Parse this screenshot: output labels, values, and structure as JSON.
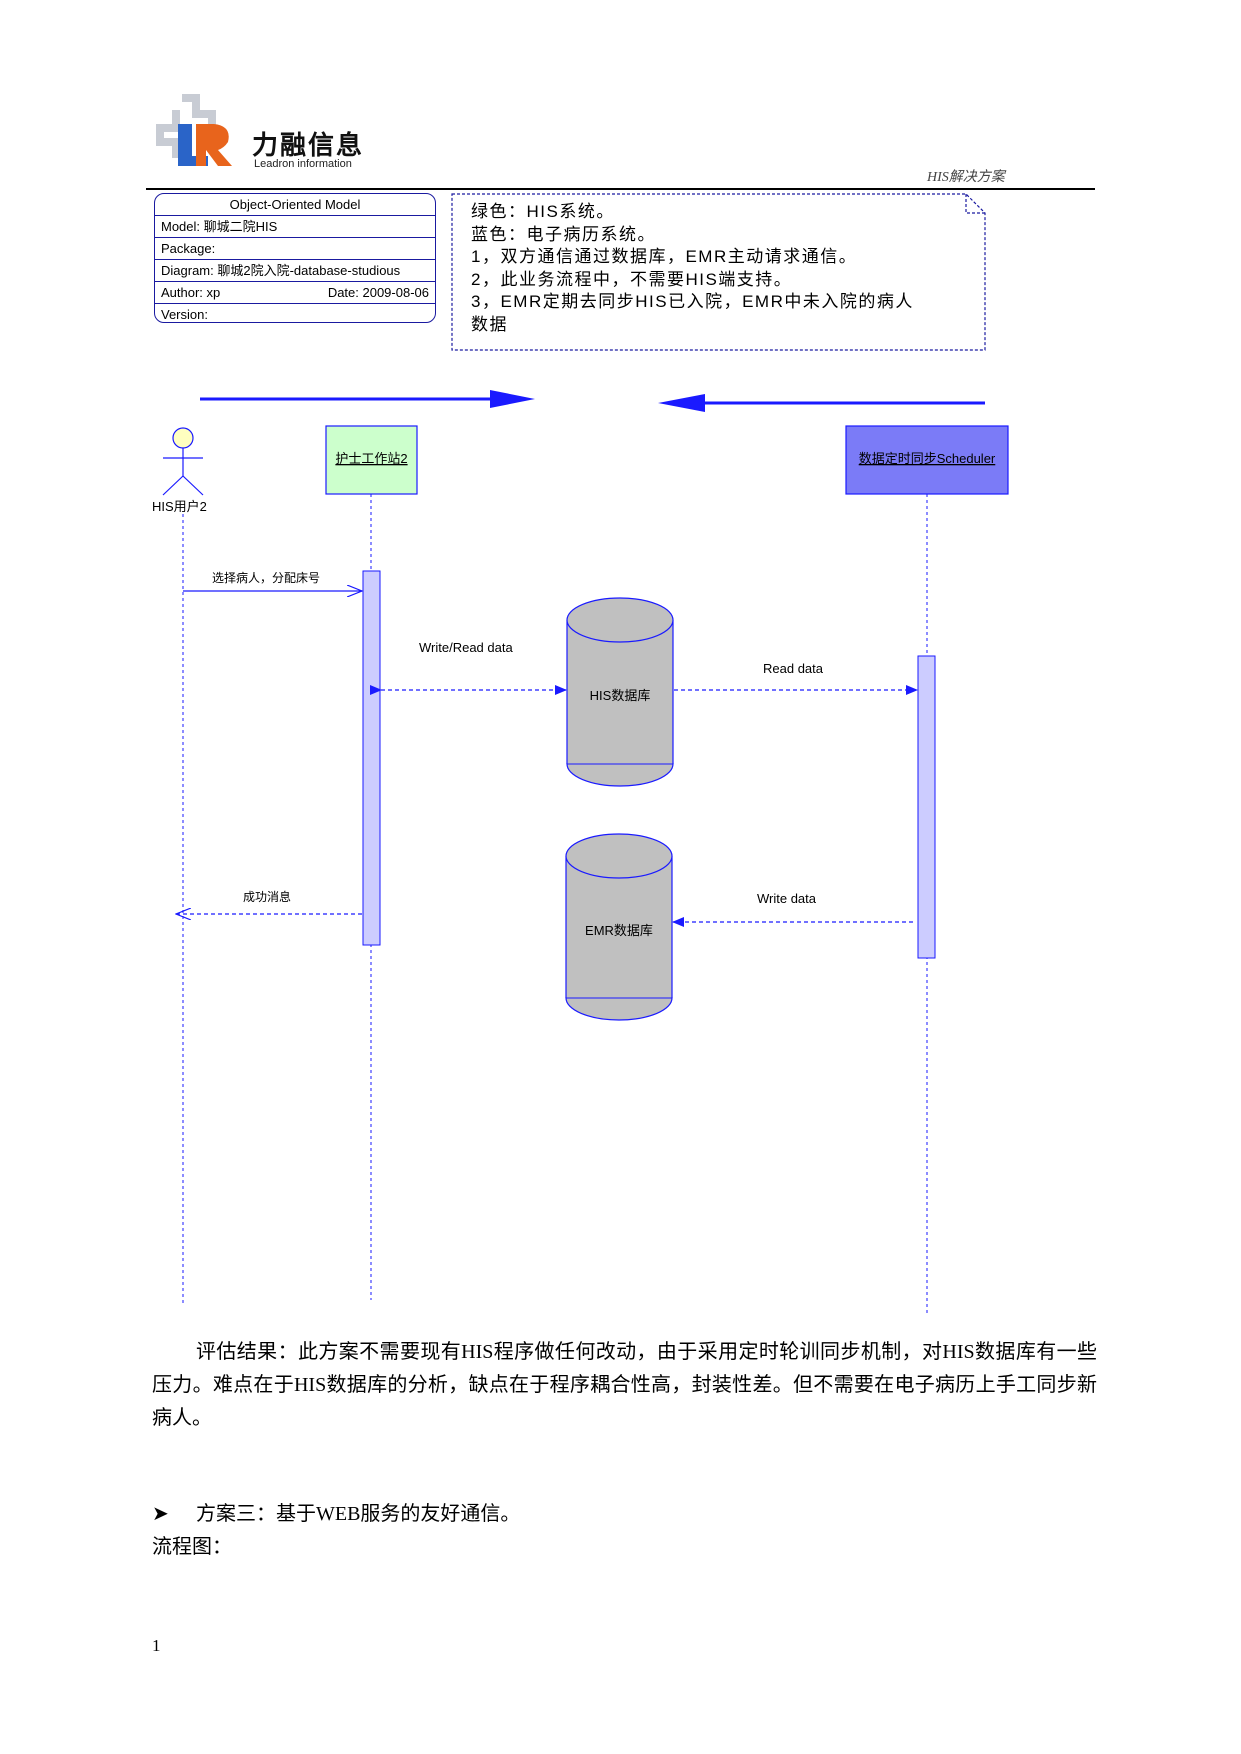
{
  "header": {
    "logo_cn": "力融信息",
    "logo_en": "Leadron information",
    "tag": "HIS解决方案"
  },
  "model_box": {
    "title": "Object-Oriented Model",
    "model": "Model: 聊城二院HIS",
    "package": "Package:",
    "diagram": "Diagram: 聊城2院入院-database-studious",
    "author": "Author: xp",
    "date": "Date: 2009-08-06",
    "version": "Version:"
  },
  "note": {
    "lines": [
      "绿色：HIS系统。",
      "蓝色：电子病历系统。",
      "1，双方通信通过数据库，EMR主动请求通信。",
      "2，此业务流程中，不需要HIS端支持。",
      "3，EMR定期去同步HIS已入院，EMR中未入院的病人",
      "数据"
    ]
  },
  "diagram": {
    "actor_label": "HIS用户2",
    "lifeline_nurse": "护士工作站2",
    "lifeline_scheduler": "数据定时同步Scheduler",
    "db_his": "HIS数据库",
    "db_emr": "EMR数据库",
    "msg_select": "选择病人，分配床号",
    "msg_write_read": "Write/Read data",
    "msg_read": "Read data",
    "msg_success": "成功消息",
    "msg_write": "Write data",
    "colors": {
      "his_green": "#ccffcc",
      "emr_blue": "#7b7bf7",
      "line_blue": "#1a1aff",
      "db_gray": "#c0c0c0"
    }
  },
  "body": {
    "paragraph": "评估结果：此方案不需要现有HIS程序做任何改动，由于采用定时轮训同步机制，对HIS数据库有一些压力。难点在于HIS数据库的分析，缺点在于程序耦合性高，封装性差。但不需要在电子病历上手工同步新病人。",
    "plan3": "方案三：基于WEB服务的友好通信。",
    "flow_label": "流程图：",
    "page_number": "1"
  }
}
